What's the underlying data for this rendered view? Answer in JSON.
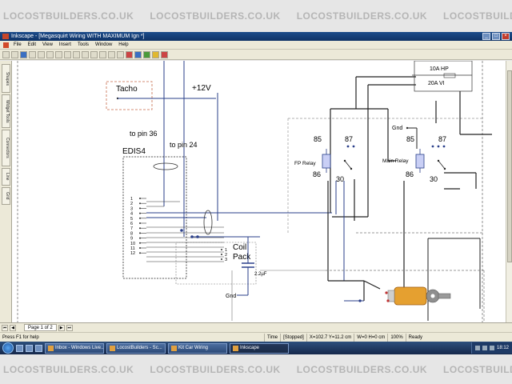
{
  "watermark": {
    "text": "LOCOSTBUILDERS.CO.UK"
  },
  "window": {
    "title": "Inkscape - [Megasquirt Wiring WITH MAXIMUM Ign *]"
  },
  "menu": [
    "File",
    "Edit",
    "View",
    "Insert",
    "Tools",
    "Window",
    "Help"
  ],
  "toolbar_icons": [
    "new-icon",
    "open-icon",
    "save-icon",
    "print-icon",
    "cut-icon",
    "copy-icon",
    "paste-icon",
    "undo-icon",
    "redo-icon",
    "pointer-icon",
    "text-icon",
    "line-icon",
    "zoom-icon",
    "pan-icon",
    "shape-icon",
    "connector-icon",
    "fill-icon",
    "stroke-icon",
    "layer-icon"
  ],
  "sidebar_tabs": [
    "Shapes",
    "Widget Tools",
    "Connectors",
    "Line",
    "Grid"
  ],
  "diagram": {
    "tacho": "Tacho",
    "plus12v": "+12V",
    "to_pin_36": "to pin 36",
    "to_pin_24": "to pin 24",
    "edis4": "EDIS4",
    "edis_pins": [
      "1",
      "2",
      "3",
      "4",
      "5",
      "6",
      "7",
      "8",
      "9",
      "10",
      "11",
      "12"
    ],
    "coil_pack": "Coil Pack",
    "coil_pins": [
      "1",
      "2",
      "3"
    ],
    "capacitor": "2.2µF",
    "gnd_bottom": "Gnd",
    "gnd_top": "Gnd",
    "fuse_top": "10A HP",
    "fuse_label": "20A VI",
    "fp_relay": {
      "name": "FP Relay",
      "pin85": "85",
      "pin86": "86",
      "pin87": "87",
      "pin30": "30"
    },
    "main_relay": {
      "name": "Main Relay",
      "pin85": "85",
      "pin86": "86",
      "pin87": "87",
      "pin30": "30"
    }
  },
  "pagebar": {
    "page_tab": "Page 1 of 2"
  },
  "status": {
    "help": "Press F1 for help",
    "time_label": "Time",
    "time_value": "[Stopped]",
    "coords": "X=102.7 Y=11.2 cm",
    "size": "W=0 H=0 cm",
    "zoom": "100%",
    "ready": "Ready"
  },
  "taskbar": {
    "tasks": [
      {
        "label": "Inbox - Windows Live...",
        "active": false
      },
      {
        "label": "LocostBuilders - Sc...",
        "active": false
      },
      {
        "label": "Kit Car Wiring",
        "active": false
      },
      {
        "label": "Inkscape",
        "active": true
      }
    ],
    "clock": "18:12"
  }
}
